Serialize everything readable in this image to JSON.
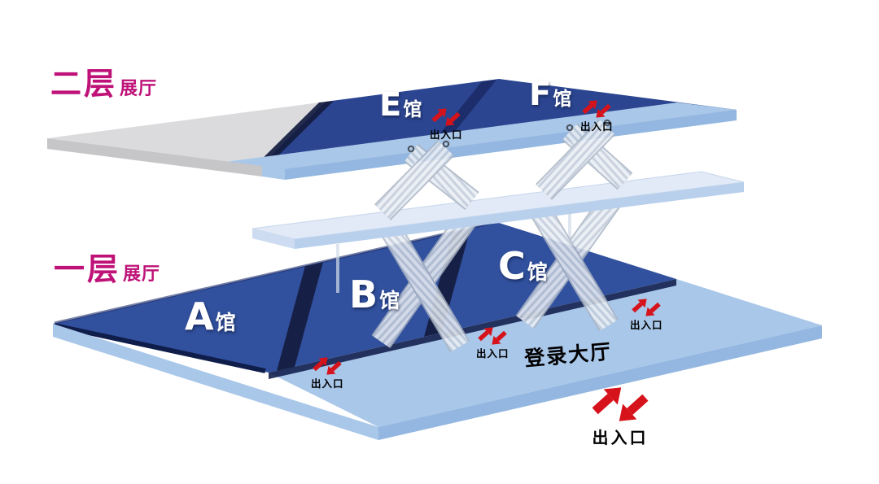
{
  "colors": {
    "bg": "#ffffff",
    "magenta": "#bf1278",
    "navy1": "#31509d",
    "navy2": "#2b4590",
    "navy-deep": "#1d2d6b",
    "stripe-dark": "#131c3f",
    "boundary-dark": "#0f1d4a",
    "light-blue": "#a9c7e9",
    "light-blue-deep": "#93b7e0",
    "gray-deck": "#dbdbdd",
    "gray-side": "#c6c6c9",
    "pale-slab": "#e1eaf6",
    "slab-side": "#b9d0ec",
    "slab-end": "#cddcf0",
    "esc-out": "#aab4c4",
    "hook": "#41464e",
    "red": "#d6121b",
    "text-dark": "#000000",
    "hall-text": "#ffffff"
  },
  "legend": {
    "floor2": {
      "big": "二层",
      "small": "展厅"
    },
    "floor1": {
      "big": "一层",
      "small": "展厅"
    }
  },
  "halls": {
    "A": {
      "letter": "A",
      "suffix": "馆"
    },
    "B": {
      "letter": "B",
      "suffix": "馆"
    },
    "C": {
      "letter": "C",
      "suffix": "馆"
    },
    "E": {
      "letter": "E",
      "suffix": "馆"
    },
    "F": {
      "letter": "F",
      "suffix": "馆"
    }
  },
  "lobby": {
    "label": "登录大厅"
  },
  "entrances": {
    "e_hall": {
      "label": "出入口"
    },
    "f_hall": {
      "label": "出入口"
    },
    "a_hall": {
      "label": "出入口"
    },
    "b_hall": {
      "label": "出入口"
    },
    "c_hall": {
      "label": "出入口"
    },
    "main": {
      "label": "出入口"
    }
  }
}
